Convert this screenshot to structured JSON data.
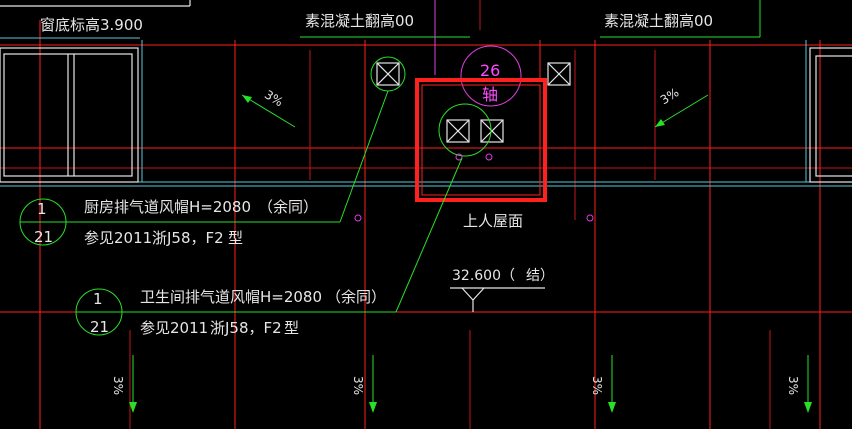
{
  "labels": {
    "window_sill": "窗底标高3.900",
    "concrete_left": "素混凝土翻高00",
    "concrete_right": "素混凝土翻高00",
    "slope_left": "3%",
    "slope_right": "3%",
    "grid_number": "26",
    "grid_sub": "轴"
  },
  "callouts": [
    {
      "circle_top": "1",
      "circle_bottom": "21",
      "line1": "厨房排气道风帽H=2080",
      "line1_suffix": "（余同）",
      "line2": "参见2011",
      "line2_mid": "浙J58，F2",
      "line2_end": "型"
    },
    {
      "circle_top": "1",
      "circle_bottom": "21",
      "line1": "卫生间排气道风帽H=2080",
      "line1_suffix": "（余同）",
      "line2": "参见2011",
      "line2_mid": "浙J58，F2",
      "line2_end": "型"
    }
  ],
  "roof": {
    "label": "上人屋面",
    "elevation": "32.600（",
    "elevation_note": "结）"
  },
  "bottom_slopes": [
    "3%",
    "3%",
    "3%",
    "3%"
  ],
  "colors": {
    "background": "#000000",
    "grid_red": "#ff2020",
    "leader_green": "#28e028",
    "text_white": "#e6e6e6",
    "highlight_red": "#ff2020",
    "grid_magenta": "#e040e0",
    "wall_cyan": "#56c8d8"
  }
}
